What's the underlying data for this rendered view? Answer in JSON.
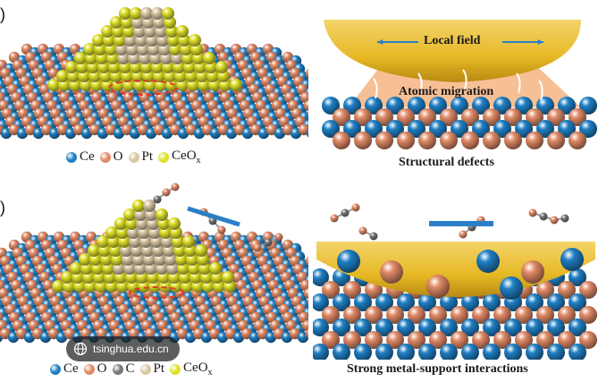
{
  "panels": {
    "top_left_legend": [
      {
        "label": "Ce",
        "color": "#1f7fc4"
      },
      {
        "label": "O",
        "color": "#e08a66"
      },
      {
        "label": "Pt",
        "color": "#d9c7a3"
      },
      {
        "label": "CeO",
        "sub": "x",
        "color": "#dfe02a"
      }
    ],
    "top_right": {
      "local_field": "Local field",
      "atomic_migration": "Atomic migration",
      "structural_defects": "Structural defects"
    },
    "bottom_left_legend": [
      {
        "label": "Ce",
        "color": "#1f7fc4"
      },
      {
        "label": "O",
        "color": "#e08a66"
      },
      {
        "label": "C",
        "color": "#777777"
      },
      {
        "label": "Pt",
        "color": "#d9c7a3"
      },
      {
        "label": "CeO",
        "sub": "x",
        "color": "#dfe02a"
      }
    ],
    "bottom_right": {
      "caption": "Strong metal-support interactions"
    }
  },
  "watermark": {
    "text": "tsinghua.edu.cn",
    "icon": "globe-icon"
  },
  "colors": {
    "ce": "#1f7fc4",
    "o": "#e08a66",
    "pt": "#d9c7a3",
    "ceox": "#dfe02a",
    "gold": "#e6b825",
    "arrow": "#2a7fc8"
  }
}
